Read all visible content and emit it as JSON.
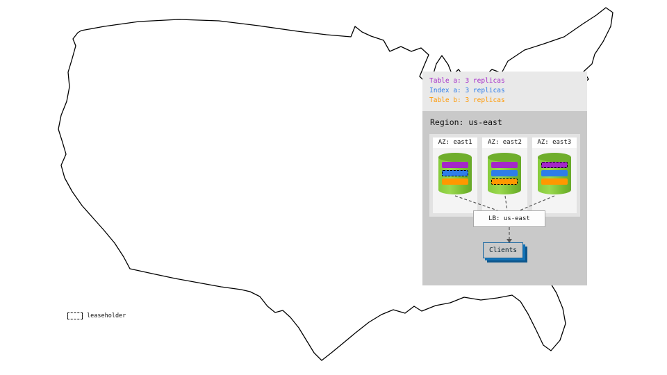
{
  "colors": {
    "table-a": "#a428c8",
    "index-a": "#2e7de9",
    "table-b": "#ff9800",
    "clients-blue": "#2b9ae0",
    "cylinder-green": "#7cc337",
    "region-bg": "#c9c9c9",
    "panel-bg": "#e9e9e9"
  },
  "legend": {
    "items": [
      {
        "label": "Table a: 3 replicas",
        "color": "table-a"
      },
      {
        "label": "Index a: 3 replicas",
        "color": "index-a"
      },
      {
        "label": "Table b: 3 replicas",
        "color": "table-b"
      }
    ]
  },
  "region": {
    "title": "Region: us-east",
    "azs": [
      {
        "label": "AZ: east1",
        "replicas": [
          {
            "name": "table-a",
            "color": "table-a",
            "leaseholder": false
          },
          {
            "name": "index-a",
            "color": "index-a",
            "leaseholder": true
          },
          {
            "name": "table-b",
            "color": "table-b",
            "leaseholder": false
          }
        ]
      },
      {
        "label": "AZ: east2",
        "replicas": [
          {
            "name": "table-a",
            "color": "table-a",
            "leaseholder": false
          },
          {
            "name": "index-a",
            "color": "index-a",
            "leaseholder": false
          },
          {
            "name": "table-b",
            "color": "table-b",
            "leaseholder": true
          }
        ]
      },
      {
        "label": "AZ: east3",
        "replicas": [
          {
            "name": "table-a",
            "color": "table-a",
            "leaseholder": true
          },
          {
            "name": "index-a",
            "color": "index-a",
            "leaseholder": false
          },
          {
            "name": "table-b",
            "color": "table-b",
            "leaseholder": false
          }
        ]
      }
    ],
    "lb_label": "LB: us-east",
    "clients_label": "Clients"
  },
  "map_key": {
    "leaseholder_label": "leaseholder"
  }
}
